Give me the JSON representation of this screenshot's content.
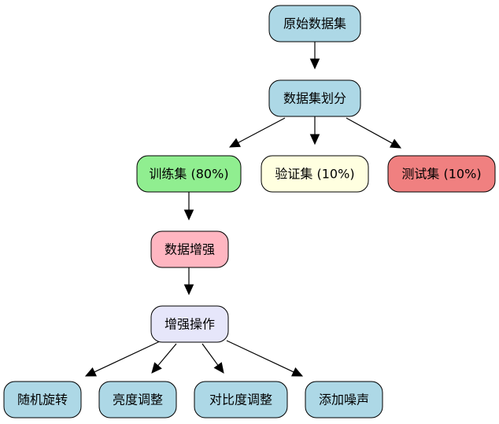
{
  "diagram": {
    "colors": {
      "dataset": "#add8e6",
      "split": "#add8e6",
      "train": "#90ee90",
      "val": "#ffffe0",
      "test": "#f08080",
      "augment": "#ffb6c1",
      "ops": "#e6e6fa",
      "op_leaf": "#add8e6"
    },
    "nodes": {
      "raw_dataset": {
        "label": "原始数据集",
        "color_key": "dataset"
      },
      "dataset_split": {
        "label": "数据集划分",
        "color_key": "split"
      },
      "train_set": {
        "label": "训练集 (80%)",
        "color_key": "train"
      },
      "val_set": {
        "label": "验证集 (10%)",
        "color_key": "val"
      },
      "test_set": {
        "label": "测试集 (10%)",
        "color_key": "test"
      },
      "data_augmentation": {
        "label": "数据增强",
        "color_key": "augment"
      },
      "augment_ops": {
        "label": "增强操作",
        "color_key": "ops"
      },
      "random_rotation": {
        "label": "随机旋转",
        "color_key": "op_leaf"
      },
      "brightness_adjust": {
        "label": "亮度调整",
        "color_key": "op_leaf"
      },
      "contrast_adjust": {
        "label": "对比度调整",
        "color_key": "op_leaf"
      },
      "add_noise": {
        "label": "添加噪声",
        "color_key": "op_leaf"
      }
    },
    "edges": [
      {
        "from": "raw_dataset",
        "to": "dataset_split"
      },
      {
        "from": "dataset_split",
        "to": "train_set"
      },
      {
        "from": "dataset_split",
        "to": "val_set"
      },
      {
        "from": "dataset_split",
        "to": "test_set"
      },
      {
        "from": "train_set",
        "to": "data_augmentation"
      },
      {
        "from": "data_augmentation",
        "to": "augment_ops"
      },
      {
        "from": "augment_ops",
        "to": "random_rotation"
      },
      {
        "from": "augment_ops",
        "to": "brightness_adjust"
      },
      {
        "from": "augment_ops",
        "to": "contrast_adjust"
      },
      {
        "from": "augment_ops",
        "to": "add_noise"
      }
    ]
  }
}
